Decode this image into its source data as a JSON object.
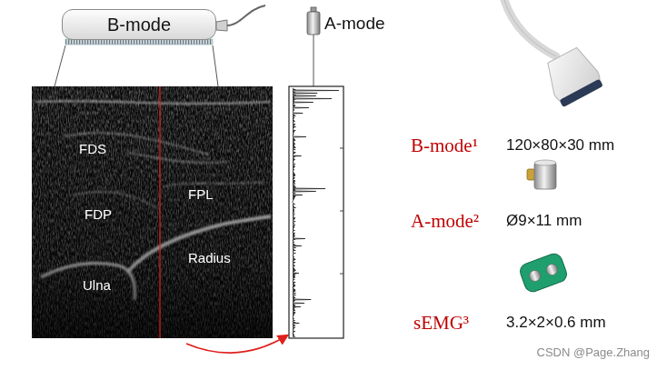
{
  "diagram": {
    "nodes": [
      {
        "text": [
          "B-mode"
        ]
      },
      {
        "text": [
          "A-mode"
        ]
      },
      {
        "text": [
          "FDS",
          "FPL",
          "FDP",
          "Radius",
          "Ulna"
        ]
      }
    ],
    "labels": [
      "B-mode¹",
      "120×80×30 mm",
      "A-mode²",
      "Ø9×11 mm",
      "sEMG³",
      "3.2×2×0.6 mm",
      "CSDN @Page.Zhang"
    ]
  }
}
